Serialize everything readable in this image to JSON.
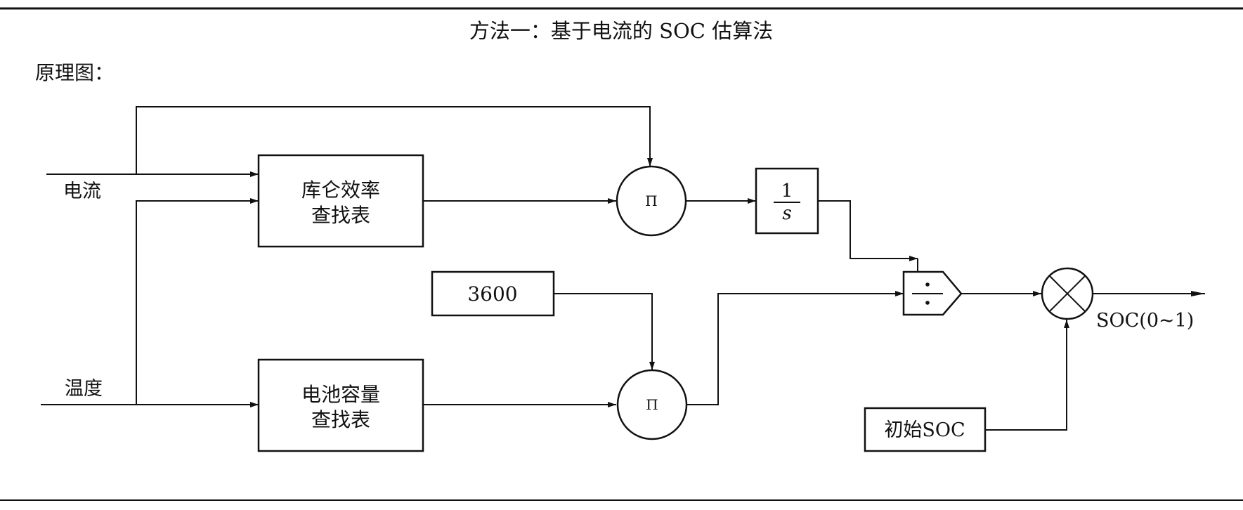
{
  "header": {
    "title": "方法一：基于电流的 SOC 估算法",
    "subtitle": "原理图："
  },
  "inputs": {
    "current": "电流",
    "temperature": "温度"
  },
  "blocks": {
    "coulomb_lut": {
      "line1": "库仑效率",
      "line2": "查找表"
    },
    "capacity_lut": {
      "line1": "电池容量",
      "line2": "查找表"
    },
    "constant": "3600",
    "initial_soc": "初始SOC",
    "integrator": {
      "numerator": "1",
      "denominator": "s"
    },
    "product_symbol": "Π"
  },
  "output": {
    "label": "SOC(0~1)"
  }
}
